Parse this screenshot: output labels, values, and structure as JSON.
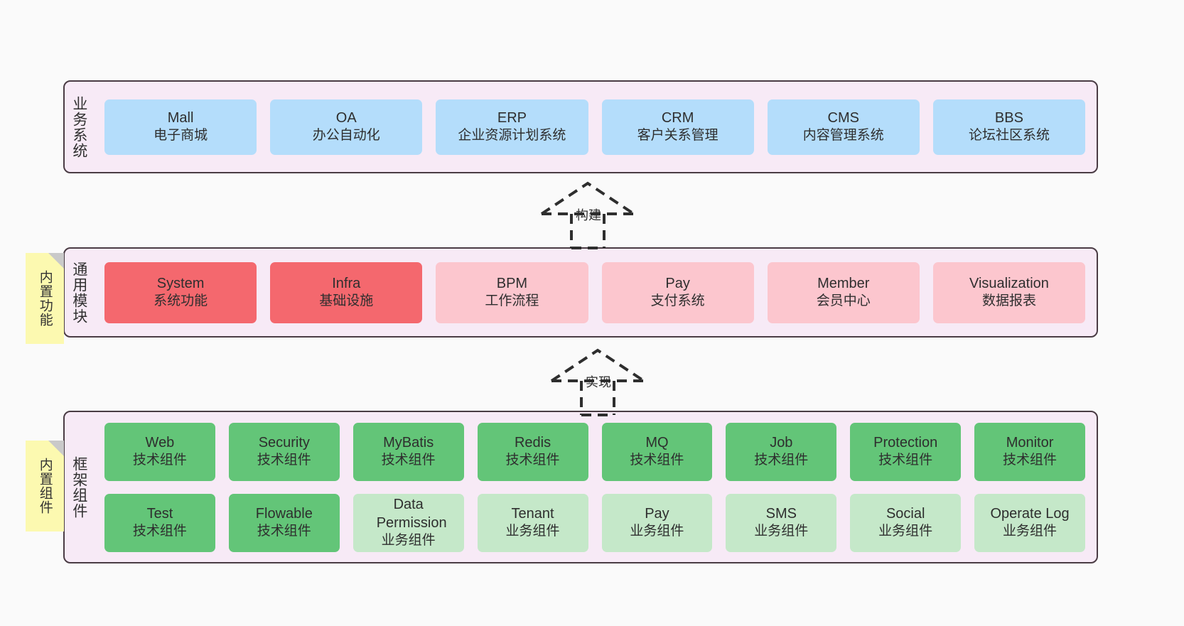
{
  "diagram": {
    "background_color": "#fafafa",
    "panel_color": "#f7eaf6",
    "panel_border_color": "#4a3c44"
  },
  "layers": [
    {
      "id": "business-systems",
      "title": "业务系统",
      "rows": [
        {
          "style": "blue",
          "cards": [
            {
              "name": "Mall",
              "desc": "电子商城"
            },
            {
              "name": "OA",
              "desc": "办公自动化"
            },
            {
              "name": "ERP",
              "desc": "企业资源计划系统"
            },
            {
              "name": "CRM",
              "desc": "客户关系管理"
            },
            {
              "name": "CMS",
              "desc": "内容管理系统"
            },
            {
              "name": "BBS",
              "desc": "论坛社区系统"
            }
          ]
        }
      ]
    },
    {
      "id": "common-modules",
      "title": "通用模块",
      "sticky": "内置功能",
      "rows": [
        {
          "style": "mixed",
          "cards": [
            {
              "name": "System",
              "desc": "系统功能",
              "style": "red"
            },
            {
              "name": "Infra",
              "desc": "基础设施",
              "style": "red"
            },
            {
              "name": "BPM",
              "desc": "工作流程",
              "style": "pink"
            },
            {
              "name": "Pay",
              "desc": "支付系统",
              "style": "pink"
            },
            {
              "name": "Member",
              "desc": "会员中心",
              "style": "pink"
            },
            {
              "name": "Visualization",
              "desc": "数据报表",
              "style": "pink"
            }
          ]
        }
      ]
    },
    {
      "id": "framework-components",
      "title": "框架组件",
      "sticky": "内置组件",
      "rows": [
        {
          "style": "green",
          "cards": [
            {
              "name": "Web",
              "desc": "技术组件",
              "style": "green"
            },
            {
              "name": "Security",
              "desc": "技术组件",
              "style": "green"
            },
            {
              "name": "MyBatis",
              "desc": "技术组件",
              "style": "green"
            },
            {
              "name": "Redis",
              "desc": "技术组件",
              "style": "green"
            },
            {
              "name": "MQ",
              "desc": "技术组件",
              "style": "green"
            },
            {
              "name": "Job",
              "desc": "技术组件",
              "style": "green"
            },
            {
              "name": "Protection",
              "desc": "技术组件",
              "style": "green"
            },
            {
              "name": "Monitor",
              "desc": "技术组件",
              "style": "green"
            }
          ]
        },
        {
          "style": "mixed",
          "cards": [
            {
              "name": "Test",
              "desc": "技术组件",
              "style": "green"
            },
            {
              "name": "Flowable",
              "desc": "技术组件",
              "style": "green"
            },
            {
              "name": "Data Permission",
              "desc": "业务组件",
              "style": "lgreen"
            },
            {
              "name": "Tenant",
              "desc": "业务组件",
              "style": "lgreen"
            },
            {
              "name": "Pay",
              "desc": "业务组件",
              "style": "lgreen"
            },
            {
              "name": "SMS",
              "desc": "业务组件",
              "style": "lgreen"
            },
            {
              "name": "Social",
              "desc": "业务组件",
              "style": "lgreen"
            },
            {
              "name": "Operate Log",
              "desc": "业务组件",
              "style": "lgreen"
            }
          ]
        }
      ]
    }
  ],
  "connectors": [
    {
      "id": "build",
      "label": "构建"
    },
    {
      "id": "implement",
      "label": "实现"
    }
  ],
  "colors": {
    "blue": "#b4ddfb",
    "red": "#f4686e",
    "pink": "#fcc6ce",
    "green": "#63c578",
    "light_green": "#c5e8c9",
    "sticky_yellow": "#fcf9b0",
    "panel": "#f7eaf6",
    "border": "#4a3c44"
  }
}
